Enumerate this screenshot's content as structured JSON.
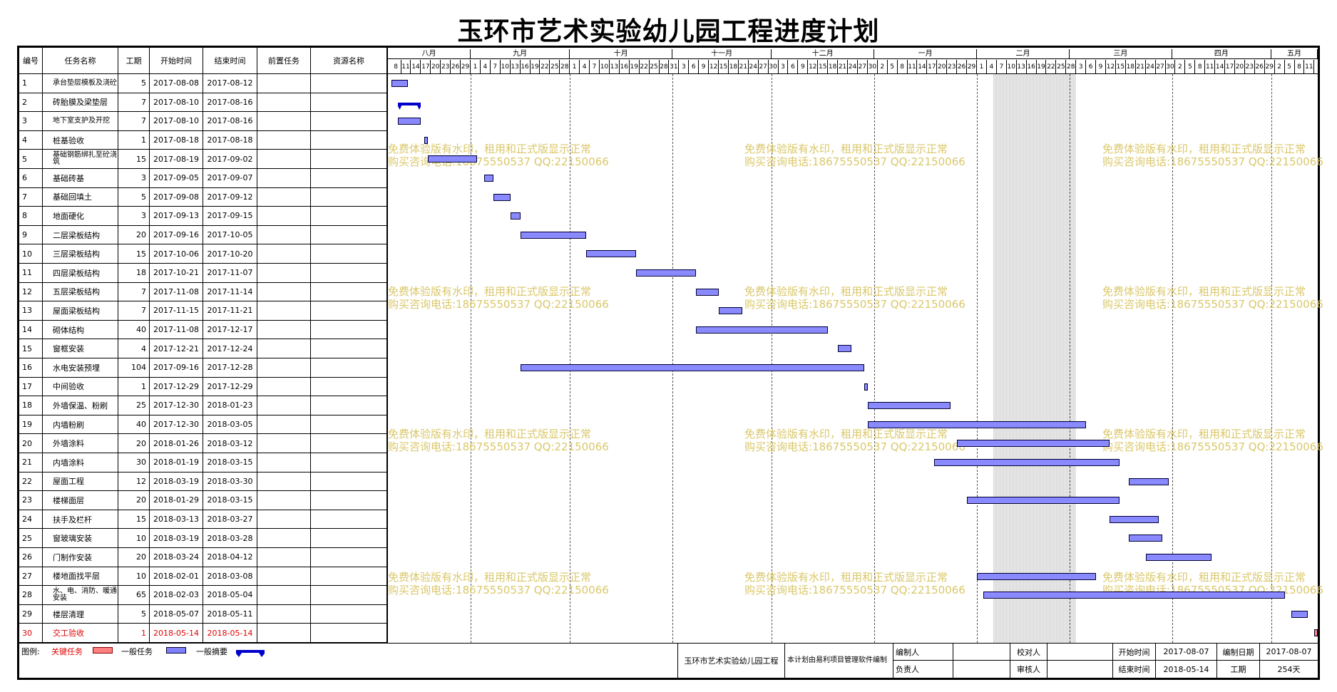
{
  "title": "玉环市艺术实验幼儿园工程进度计划",
  "columns": [
    "编号",
    "任务名称",
    "工期",
    "开始时间",
    "结束时间",
    "前置任务",
    "资源名称"
  ],
  "months": [
    "八月",
    "九月",
    "十月",
    "十一月",
    "十二月",
    "一月",
    "二月",
    "三月",
    "四月",
    "五月"
  ],
  "days": {
    "aug": [
      "8",
      "11",
      "14",
      "17",
      "20",
      "23",
      "26",
      "29"
    ],
    "sep": [
      "1",
      "4",
      "7",
      "10",
      "13",
      "16",
      "19",
      "22",
      "25",
      "28"
    ],
    "oct": [
      "1",
      "4",
      "7",
      "10",
      "13",
      "16",
      "19",
      "22",
      "25",
      "28",
      "31"
    ],
    "nov": [
      "3",
      "6",
      "9",
      "12",
      "15",
      "18",
      "21",
      "24",
      "27",
      "30"
    ],
    "dec": [
      "3",
      "6",
      "9",
      "12",
      "15",
      "18",
      "21",
      "24",
      "27",
      "30"
    ],
    "jan": [
      "2",
      "5",
      "8",
      "11",
      "14",
      "17",
      "20",
      "23",
      "26",
      "29"
    ],
    "feb": [
      "1",
      "4",
      "7",
      "10",
      "13",
      "16",
      "19",
      "22",
      "25",
      "28"
    ],
    "mar": [
      "3",
      "6",
      "9",
      "12",
      "15",
      "18",
      "21",
      "24",
      "27",
      "30"
    ],
    "apr": [
      "2",
      "5",
      "8",
      "11",
      "14",
      "17",
      "20",
      "23",
      "26",
      "29"
    ],
    "may": [
      "2",
      "5",
      "8",
      "11"
    ]
  },
  "tasks": [
    {
      "id": "1",
      "name": "承台垫层模板及浇砼",
      "dur": "5",
      "start": "2017-08-08",
      "end": "2017-08-12",
      "type": "normal"
    },
    {
      "id": "2",
      "name": "砖胎膜及梁垫层",
      "dur": "7",
      "start": "2017-08-10",
      "end": "2017-08-16",
      "type": "summary"
    },
    {
      "id": "3",
      "name": "地下室支护及开挖",
      "dur": "7",
      "start": "2017-08-10",
      "end": "2017-08-16",
      "type": "normal"
    },
    {
      "id": "4",
      "name": "桩基验收",
      "dur": "1",
      "start": "2017-08-18",
      "end": "2017-08-18",
      "type": "normal"
    },
    {
      "id": "5",
      "name": "基础钢筋绑扎至砼浇筑",
      "dur": "15",
      "start": "2017-08-19",
      "end": "2017-09-02",
      "type": "normal"
    },
    {
      "id": "6",
      "name": "基础砖基",
      "dur": "3",
      "start": "2017-09-05",
      "end": "2017-09-07",
      "type": "normal"
    },
    {
      "id": "7",
      "name": "基础回填土",
      "dur": "5",
      "start": "2017-09-08",
      "end": "2017-09-12",
      "type": "normal"
    },
    {
      "id": "8",
      "name": "地面硬化",
      "dur": "3",
      "start": "2017-09-13",
      "end": "2017-09-15",
      "type": "normal"
    },
    {
      "id": "9",
      "name": "二层梁板结构",
      "dur": "20",
      "start": "2017-09-16",
      "end": "2017-10-05",
      "type": "normal"
    },
    {
      "id": "10",
      "name": "三层梁板结构",
      "dur": "15",
      "start": "2017-10-06",
      "end": "2017-10-20",
      "type": "normal"
    },
    {
      "id": "11",
      "name": "四层梁板结构",
      "dur": "18",
      "start": "2017-10-21",
      "end": "2017-11-07",
      "type": "normal"
    },
    {
      "id": "12",
      "name": "五层梁板结构",
      "dur": "7",
      "start": "2017-11-08",
      "end": "2017-11-14",
      "type": "normal"
    },
    {
      "id": "13",
      "name": "屋面梁板结构",
      "dur": "7",
      "start": "2017-11-15",
      "end": "2017-11-21",
      "type": "normal"
    },
    {
      "id": "14",
      "name": "砌体结构",
      "dur": "40",
      "start": "2017-11-08",
      "end": "2017-12-17",
      "type": "normal"
    },
    {
      "id": "15",
      "name": "窗框安装",
      "dur": "4",
      "start": "2017-12-21",
      "end": "2017-12-24",
      "type": "normal"
    },
    {
      "id": "16",
      "name": "水电安装预埋",
      "dur": "104",
      "start": "2017-09-16",
      "end": "2017-12-28",
      "type": "normal"
    },
    {
      "id": "17",
      "name": "中间验收",
      "dur": "1",
      "start": "2017-12-29",
      "end": "2017-12-29",
      "type": "normal"
    },
    {
      "id": "18",
      "name": "外墙保温、粉刷",
      "dur": "25",
      "start": "2017-12-30",
      "end": "2018-01-23",
      "type": "normal"
    },
    {
      "id": "19",
      "name": "内墙粉刷",
      "dur": "40",
      "start": "2017-12-30",
      "end": "2018-03-05",
      "type": "normal"
    },
    {
      "id": "20",
      "name": "外墙涂料",
      "dur": "20",
      "start": "2018-01-26",
      "end": "2018-03-12",
      "type": "normal"
    },
    {
      "id": "21",
      "name": "内墙涂料",
      "dur": "30",
      "start": "2018-01-19",
      "end": "2018-03-15",
      "type": "normal"
    },
    {
      "id": "22",
      "name": "屋面工程",
      "dur": "12",
      "start": "2018-03-19",
      "end": "2018-03-30",
      "type": "normal"
    },
    {
      "id": "23",
      "name": "楼梯面层",
      "dur": "20",
      "start": "2018-01-29",
      "end": "2018-03-15",
      "type": "normal"
    },
    {
      "id": "24",
      "name": "扶手及栏杆",
      "dur": "15",
      "start": "2018-03-13",
      "end": "2018-03-27",
      "type": "normal"
    },
    {
      "id": "25",
      "name": "窗玻璃安装",
      "dur": "10",
      "start": "2018-03-19",
      "end": "2018-03-28",
      "type": "normal"
    },
    {
      "id": "26",
      "name": "门制作安装",
      "dur": "20",
      "start": "2018-03-24",
      "end": "2018-04-12",
      "type": "normal"
    },
    {
      "id": "27",
      "name": "楼地面找平层",
      "dur": "10",
      "start": "2018-02-01",
      "end": "2018-03-08",
      "type": "normal"
    },
    {
      "id": "28",
      "name": "水、电、消防、暖通安装",
      "dur": "65",
      "start": "2018-02-03",
      "end": "2018-05-04",
      "type": "normal"
    },
    {
      "id": "29",
      "name": "楼层清理",
      "dur": "5",
      "start": "2018-05-07",
      "end": "2018-05-11",
      "type": "normal"
    },
    {
      "id": "30",
      "name": "交工验收",
      "dur": "1",
      "start": "2018-05-14",
      "end": "2018-05-14",
      "type": "critical"
    }
  ],
  "watermark": {
    "line1": "免费体验版有水印，租用和正式版显示正常",
    "line2": "购买咨询电话:18675550537 QQ:22150066"
  },
  "legend": {
    "label": "图例:",
    "critical": "关键任务",
    "normal": "一般任务",
    "summary": "一般摘要",
    "colors": {
      "critical": "#ff8080",
      "normal": "#8080ff",
      "summary": "#0000cc"
    }
  },
  "footer": {
    "project": "玉环市艺术实验幼儿园工程",
    "software": "本计划由易利项目管理软件编制",
    "editor": "编制人",
    "owner": "负责人",
    "checker": "校对人",
    "reviewer": "审核人",
    "start_label": "开始时间",
    "start": "2017-08-07",
    "end_label": "结束时间",
    "end": "2018-05-14",
    "date_label": "编制日期",
    "date": "2017-08-07",
    "dur_label": "工期",
    "dur": "254天"
  }
}
